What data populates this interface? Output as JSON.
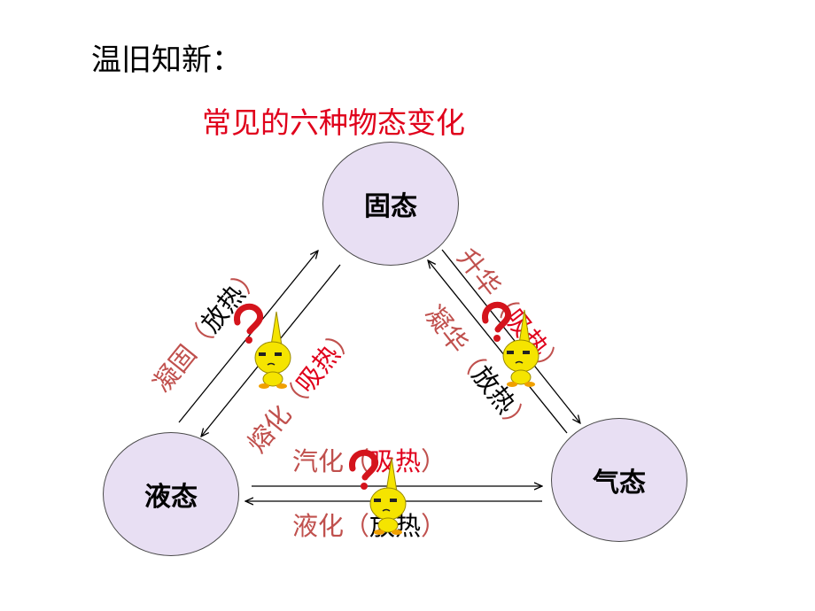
{
  "heading": "温旧知新：",
  "subtitle": "常见的六种物态变化",
  "states": {
    "solid": "固态",
    "liquid": "液态",
    "gas": "气态"
  },
  "transitions": {
    "solidification": {
      "name": "凝固",
      "open": "（",
      "heat": "放热",
      "close": "）"
    },
    "melting": {
      "name": "熔化",
      "open": "（",
      "heat": "吸热",
      "close": "）"
    },
    "sublimation": {
      "name": "升华",
      "open": "（",
      "heat": "吸热",
      "close": "）"
    },
    "deposition": {
      "name": "凝华",
      "open": "（",
      "heat": "放热",
      "close": "）"
    },
    "vaporization": {
      "name": "汽化",
      "open": "（",
      "heat": "吸热",
      "close": "）"
    },
    "liquefaction": {
      "name": "液化",
      "open": "（",
      "heat": "放热",
      "close": "）"
    }
  },
  "colors": {
    "title": "#e0001b",
    "process_name": "#c0504d",
    "absorb_heat": "#e0001b",
    "release_heat": "#000000",
    "state_fill": "#e8dff3",
    "mascot_body": "#f5e400",
    "question_mark": "#d4141c"
  },
  "icons": [
    "question-mascot-icon"
  ]
}
